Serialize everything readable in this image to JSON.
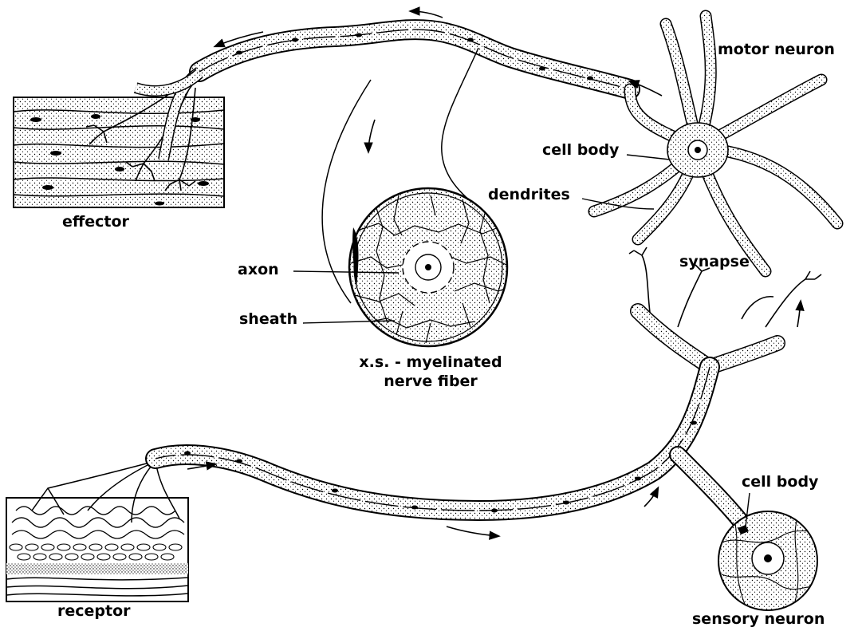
{
  "labels": {
    "motor_neuron": "motor neuron",
    "cell_body_motor": "cell body",
    "dendrites": "dendrites",
    "synapse": "synapse",
    "effector": "effector",
    "axon": "axon",
    "sheath": "sheath",
    "xs_line1": "x.s. - myelinated",
    "xs_line2": "nerve fiber",
    "cell_body_sensory": "cell body",
    "receptor": "receptor",
    "sensory_neuron": "sensory neuron"
  },
  "colors": {
    "ink": "#000000",
    "paper": "#ffffff"
  }
}
